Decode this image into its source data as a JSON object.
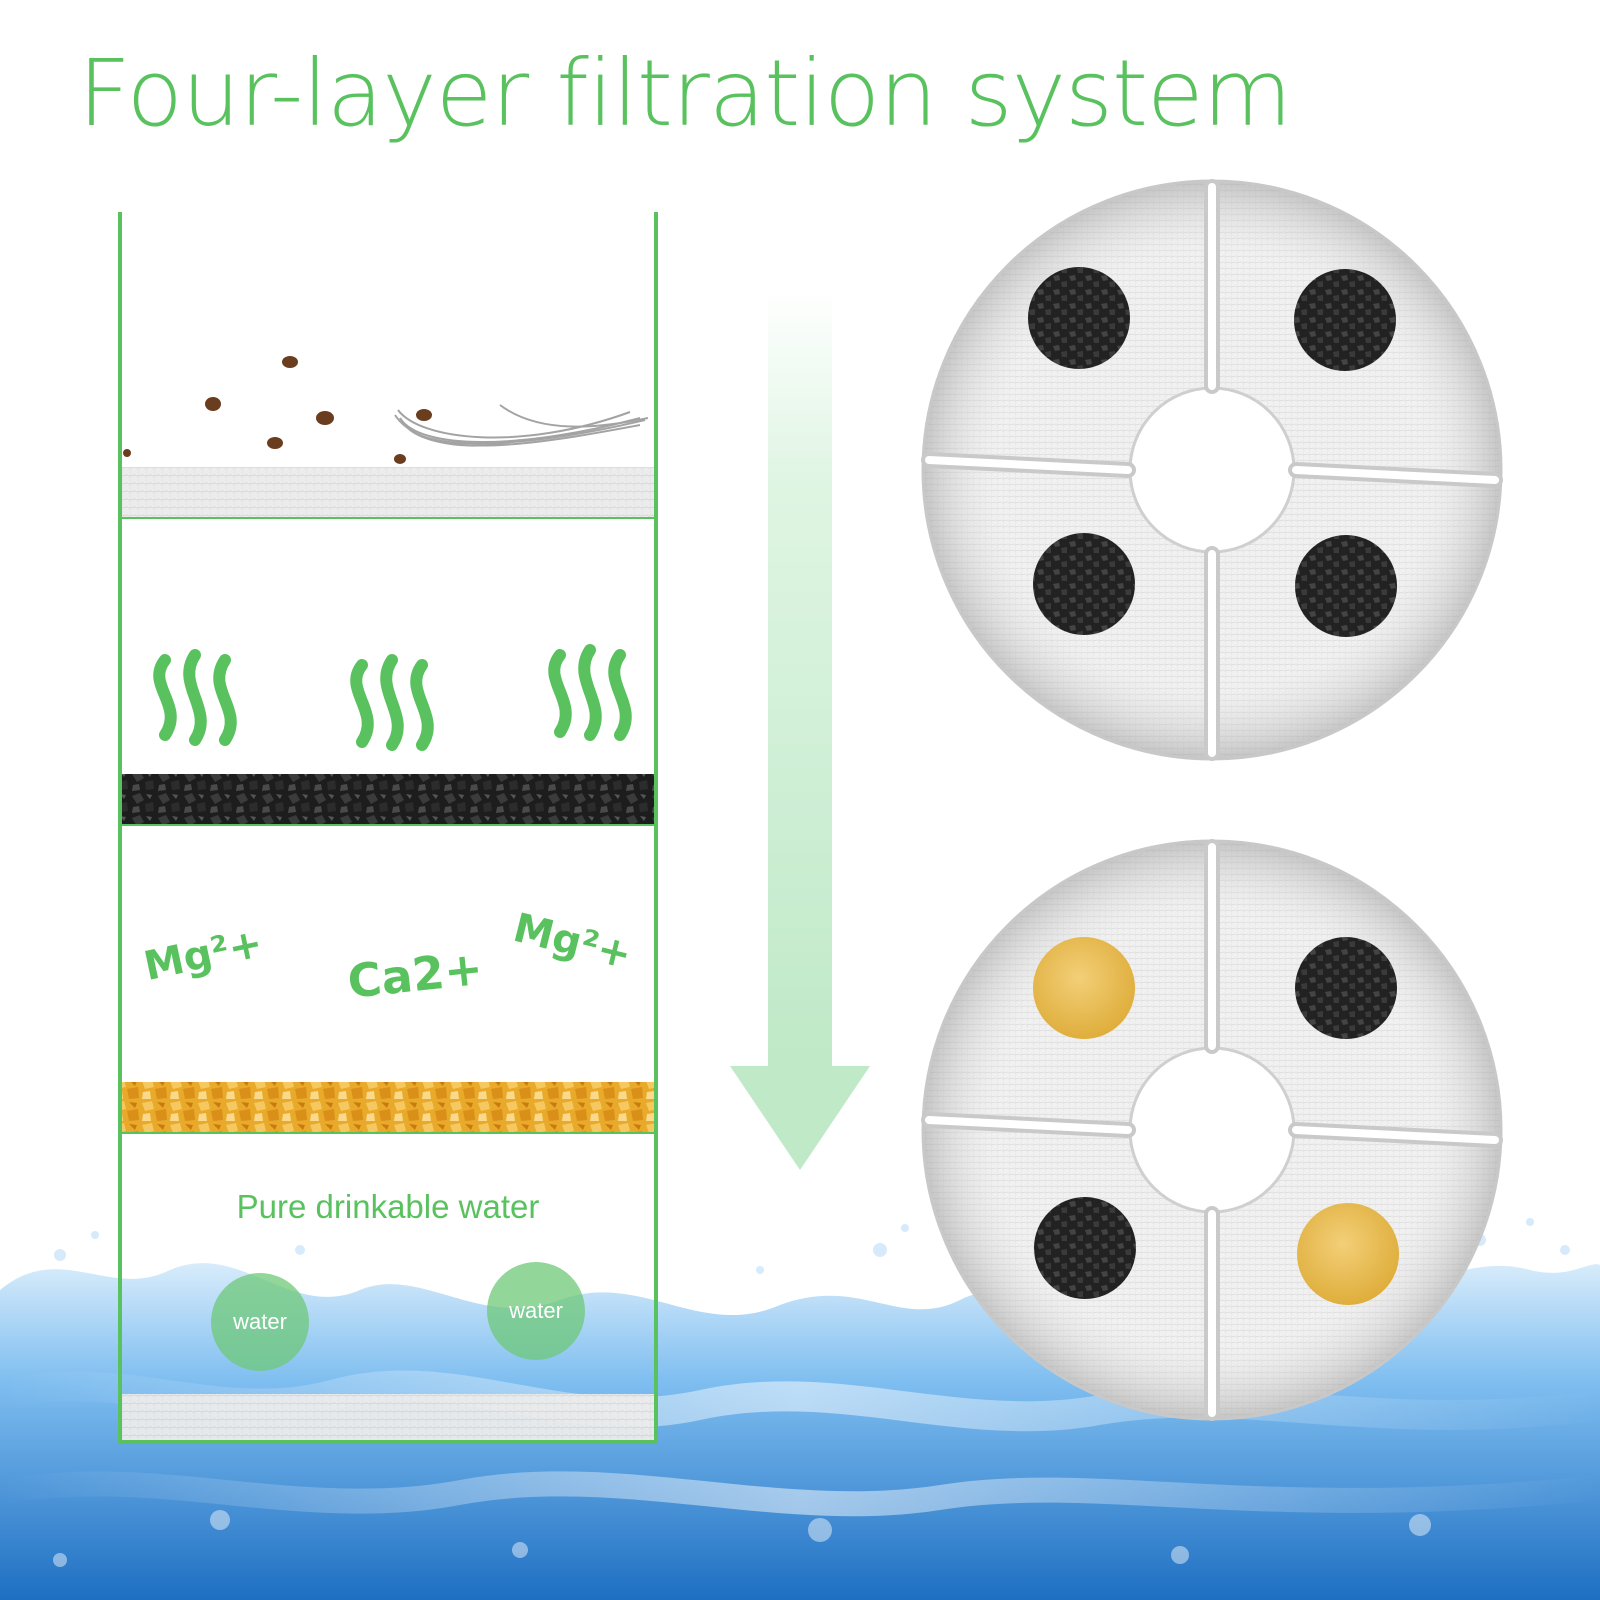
{
  "title": "Four-layer filtration system",
  "ions": {
    "left": "Mg²+",
    "center": "Ca2+",
    "right": "Mg²+"
  },
  "output_label": "Pure drinkable water",
  "water_bubbles": [
    "water",
    "water"
  ],
  "colors": {
    "accent_green": "#59c25f",
    "arrow_green": "#c9efcf",
    "carbon": "#1c1c1c",
    "resin": "#e9b23b",
    "water_blue": "#4a9fe0"
  },
  "icons": [
    "odor-wave-icon",
    "odor-wave-icon",
    "odor-wave-icon",
    "flow-arrow-icon",
    "filter-disc-icon",
    "filter-disc-icon"
  ]
}
